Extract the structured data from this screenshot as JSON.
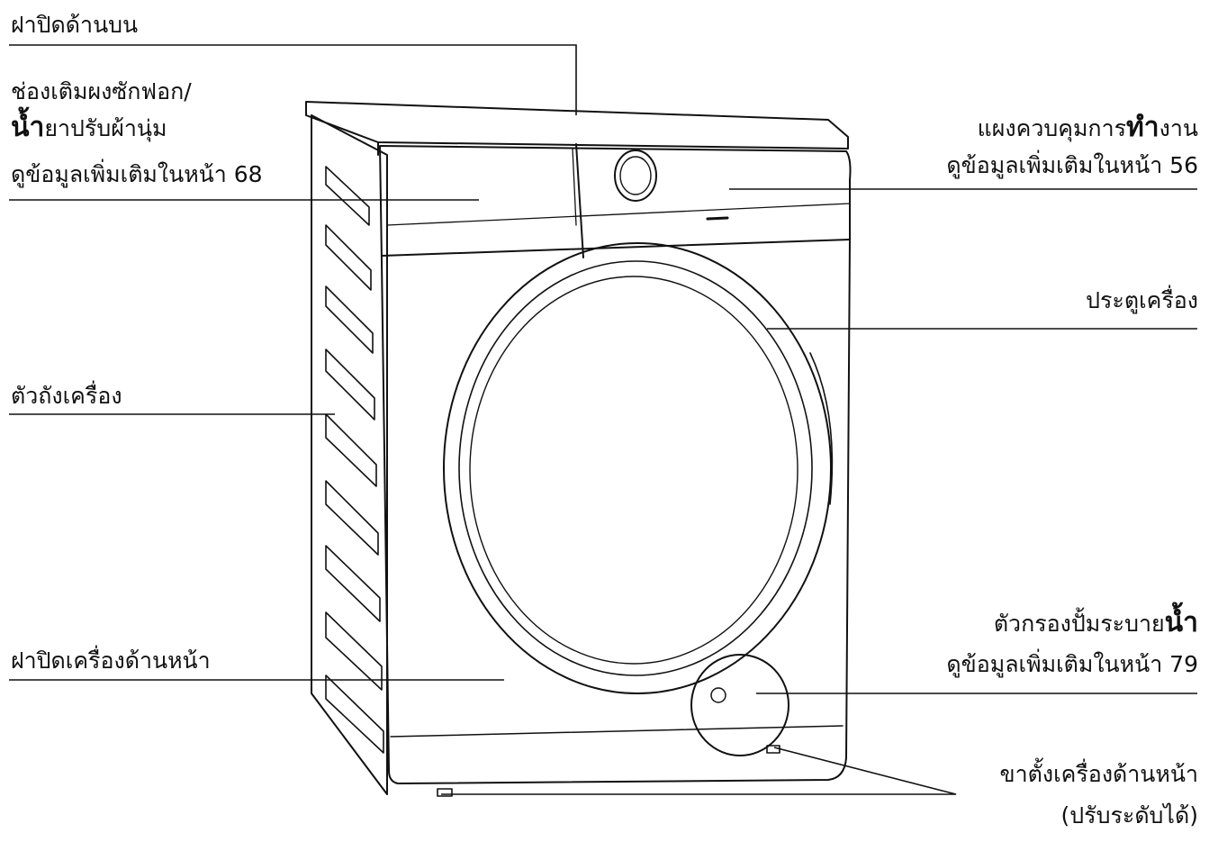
{
  "labels": {
    "top_cover": "ฝาปิดด้านบน",
    "dispenser": {
      "line1": "ช่องเติมผงซักฟอก/",
      "line2_bold": "น้ำ",
      "line2_rest": "ยาปรับผ้านุ่ม",
      "line3": "ดูข้อมูลเพิ่มเติมในหน้า 68"
    },
    "control_panel": {
      "line1_pre": "แผงควบคุมการ",
      "line1_bold": "ทำ",
      "line1_post": "งาน",
      "line2": "ดูข้อมูลเพิ่มเติมในหน้า 56"
    },
    "door": "ประตูเครื่อง",
    "cabinet": "ตัวถังเครื่อง",
    "drain_filter": {
      "line1_pre": "ตัวกรองปั้มระบาย",
      "line1_bold": "น้ำ",
      "line2": "ดูข้อมูลเพิ่มเติมในหน้า 79"
    },
    "front_cover": "ฝาปิดเครื่องด้านหน้า",
    "front_feet": {
      "line1": "ขาตั้งเครื่องด้านหน้า",
      "line2": "(ปรับระดับได้)"
    }
  },
  "colors": {
    "stroke": "#111111",
    "background": "#ffffff"
  }
}
